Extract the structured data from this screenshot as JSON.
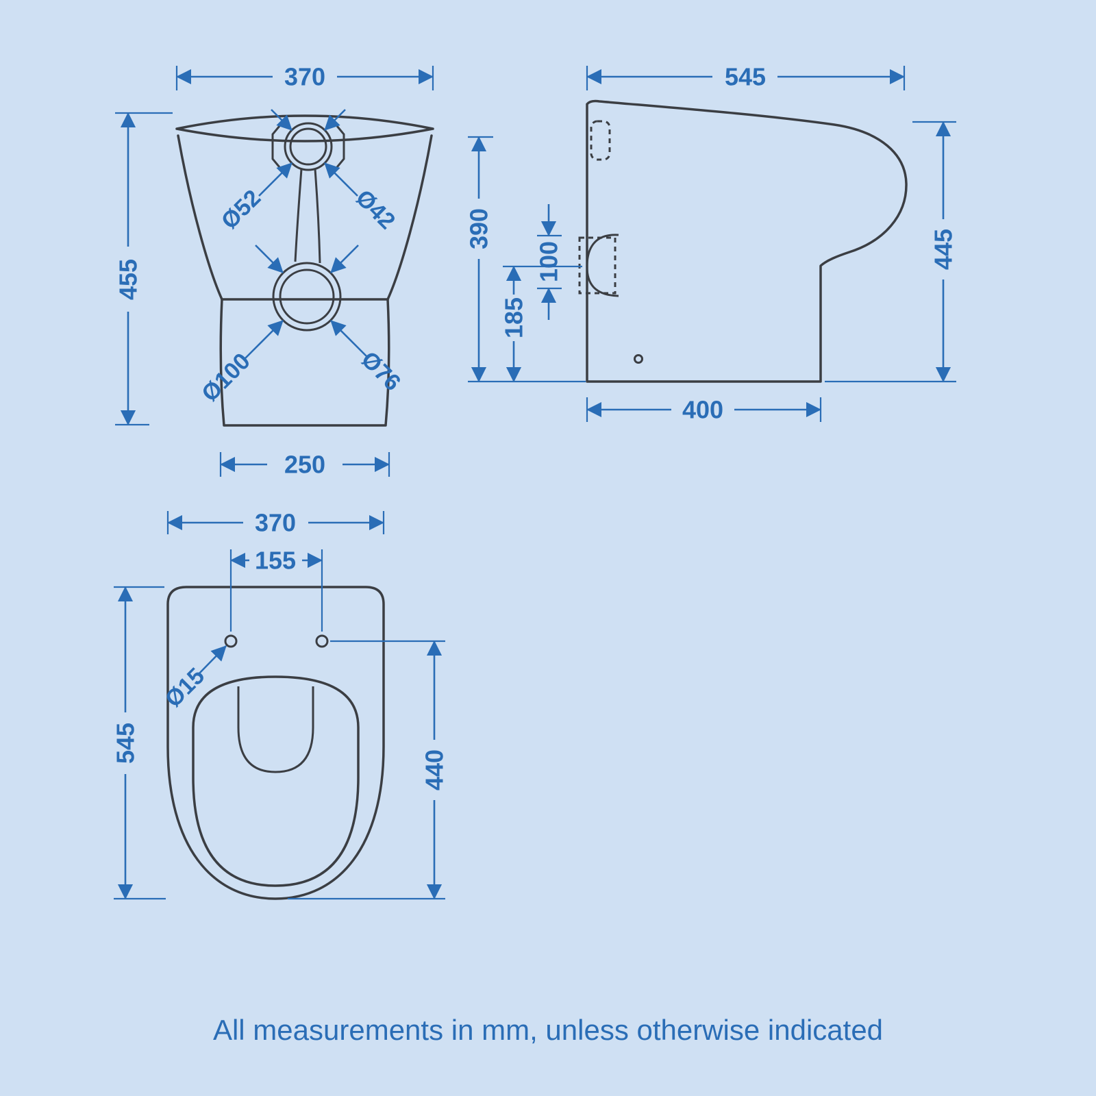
{
  "page": {
    "background_color": "#cfe0f3",
    "line_color": "#3b3e43",
    "dimension_color": "#2a6db6",
    "footer_note": "All measurements in mm, unless otherwise indicated"
  },
  "front_view": {
    "top_width": "370",
    "overall_height": "455",
    "base_width": "250",
    "flush_hole_dia_left": "Ø52",
    "flush_hole_dia_right": "Ø42",
    "outlet_dia_left": "Ø100",
    "outlet_dia_right": "Ø76"
  },
  "side_view": {
    "overall_depth": "545",
    "back_height": "390",
    "waste_height": "100",
    "waste_centre_height": "185",
    "front_height": "445",
    "base_depth": "400"
  },
  "plan_view": {
    "overall_width": "370",
    "seat_hole_spacing": "155",
    "seat_hole_dia": "Ø15",
    "overall_depth": "545",
    "bowl_length": "440"
  }
}
